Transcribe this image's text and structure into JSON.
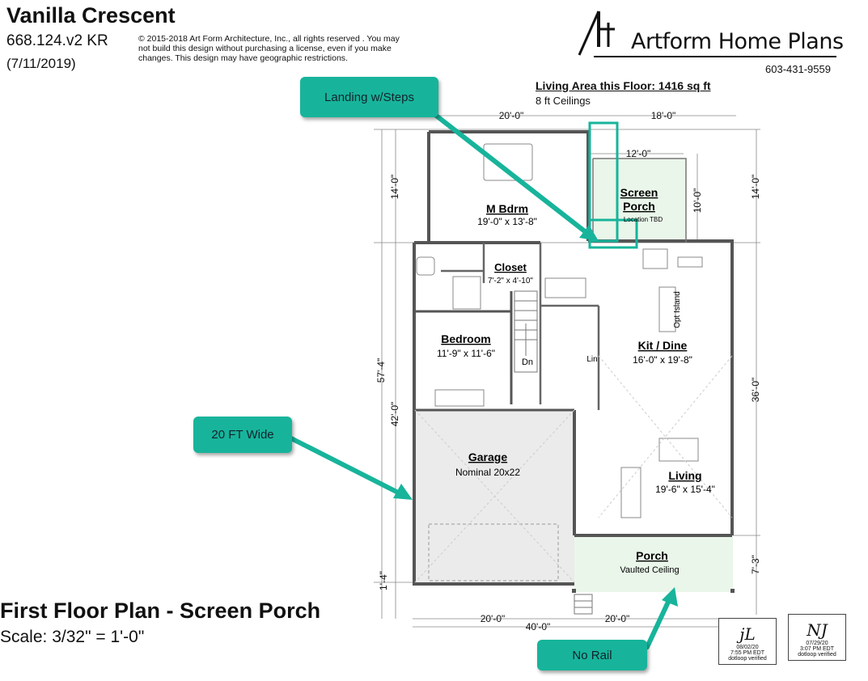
{
  "header": {
    "title": "Vanilla Crescent",
    "plan_code": "668.124.v2 KR",
    "date": "(7/11/2019)",
    "copyright": "© 2015-2018 Art Form Architecture, Inc., all rights reserved . You may not build this design without purchasing a license, even if you make changes. This design may have geographic restrictions."
  },
  "brand": {
    "name": "Artform Home Plans",
    "phone": "603-431-9559"
  },
  "summary": {
    "living_area": "Living Area this Floor: 1416 sq ft",
    "ceilings": "8 ft Ceilings"
  },
  "footer": {
    "floor_title": "First Floor Plan - Screen Porch",
    "scale": "Scale: 3/32\" = 1'-0\""
  },
  "callouts": {
    "landing": "Landing w/Steps",
    "wide": "20 FT Wide",
    "no_rail": "No Rail"
  },
  "rooms": {
    "m_bdrm": {
      "name": "M Bdrm",
      "size": "19'-0\" x 13'-8\""
    },
    "screen_porch": {
      "name_1": "Screen",
      "name_2": "Porch",
      "note": "Location TBD"
    },
    "closet": {
      "name": "Closet",
      "size": "7'-2\" x 4'-10\""
    },
    "bedroom": {
      "name": "Bedroom",
      "size": "11'-9\" x 11'-6\""
    },
    "kit_dine": {
      "name": "Kit / Dine",
      "size": "16'-0\" x 19'-8\""
    },
    "opt_island": "Opt Island",
    "dn": "Dn",
    "lin": "Lin",
    "garage": {
      "name": "Garage",
      "size": "Nominal 20x22"
    },
    "living": {
      "name": "Living",
      "size": "19'-6\" x 15'-4\""
    },
    "porch": {
      "name": "Porch",
      "note": "Vaulted Ceiling"
    }
  },
  "dimensions": {
    "top_left": "20'-0\"",
    "top_right": "18'-0\"",
    "screen_width": "12'-0\"",
    "screen_depth": "10'-0\"",
    "left_top": "14'-0\"",
    "left_overall": "57'-4\"",
    "left_lower": "42'-0\"",
    "left_small": "1'-4\"",
    "right_top": "14'-0\"",
    "right_mid": "36'-0\"",
    "right_bottom": "7'-3\"",
    "bottom_left": "20'-0\"",
    "bottom_right": "20'-0\"",
    "bottom_overall": "40'-0\""
  },
  "stamps": [
    {
      "initials": "jL",
      "date": "08/02/20",
      "time": "7:55 PM EDT",
      "label": "dotloop verified"
    },
    {
      "initials": "NJ",
      "date": "07/29/20",
      "time": "3:07 PM EDT",
      "label": "dotloop verified"
    }
  ],
  "colors": {
    "callout": "#17b49b",
    "wall": "#555555",
    "garage_fill": "#ebebeb",
    "porch_fill": "#eaf6ea"
  }
}
